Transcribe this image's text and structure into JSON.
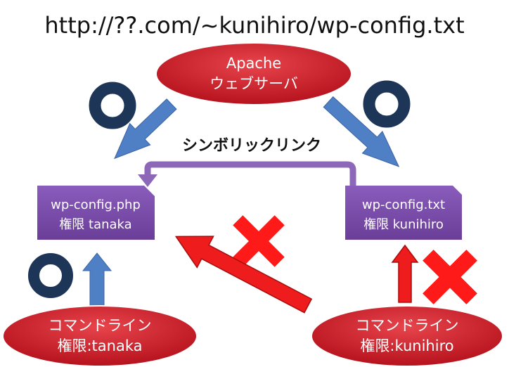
{
  "title": "http://??.com/~kunihiro/wp-config.txt",
  "apache": {
    "line1": "Apache",
    "line2": "ウェブサーバ"
  },
  "symlink_label": "シンボリックリンク",
  "file_php": {
    "line1": "wp-config.php",
    "line2": "権限 tanaka"
  },
  "file_txt": {
    "line1": "wp-config.txt",
    "line2": "権限 kunihiro"
  },
  "cmd_tanaka": {
    "line1": "コマンドライン",
    "line2": "権限:tanaka"
  },
  "cmd_kunihiro": {
    "line1": "コマンドライン",
    "line2": "権限:kunihiro"
  },
  "colors": {
    "ellipse_red": "#c8202b",
    "doc_purple": "#7a4aa8",
    "arrow_blue": "#4f7fc4",
    "arrow_red": "#ee1c1c",
    "ok_navy": "#1d3557",
    "ng_red": "#ff1a1a",
    "symlink_purple": "#8d67b8"
  },
  "icons": {
    "ok": "circle-ok-icon",
    "ng": "cross-ng-icon"
  }
}
